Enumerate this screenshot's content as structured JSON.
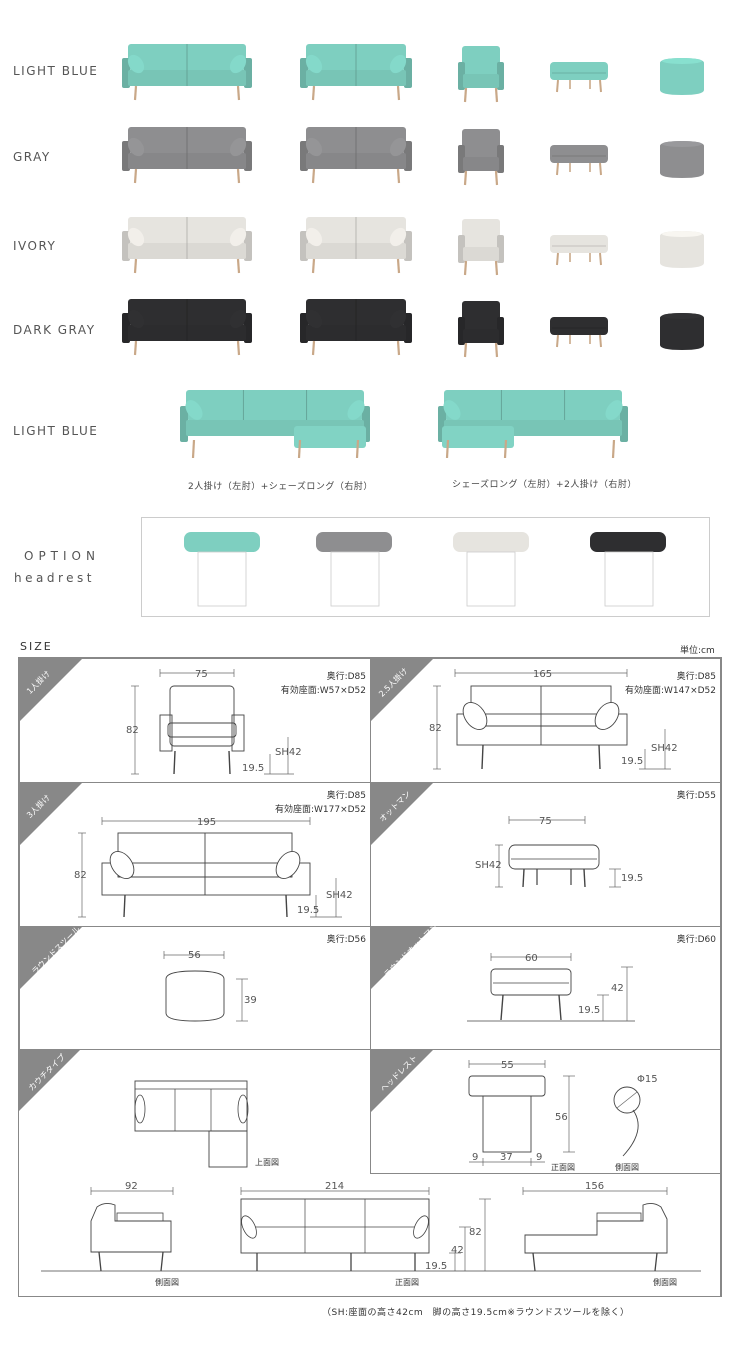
{
  "colors": {
    "light_blue": "#7ecfc0",
    "gray": "#8e8e90",
    "ivory": "#e6e4df",
    "dark_gray": "#2e2e30",
    "leg": "#c9a888"
  },
  "color_rows": [
    {
      "label": "LIGHT BLUE"
    },
    {
      "label": "GRAY"
    },
    {
      "label": "IVORY"
    },
    {
      "label": "DARK GRAY"
    }
  ],
  "couch": {
    "label": "LIGHT BLUE",
    "left_caption": "2人掛け（左肘）+シェーズロング（右肘）",
    "right_caption": "シェーズロング（左肘）+2人掛け（右肘）"
  },
  "option": {
    "title": "OPTION",
    "subtitle": "headrest"
  },
  "size": {
    "title": "SIZE",
    "unit": "単位:cm",
    "cells": {
      "one": {
        "tag": "1人掛け",
        "w": "75",
        "h": "82",
        "sh": "SH42",
        "leg": "19.5",
        "depth": "奥行:D85",
        "seat": "有効座面:W57×D52"
      },
      "two5": {
        "tag": "2.5人掛け",
        "w": "165",
        "h": "82",
        "sh": "SH42",
        "leg": "19.5",
        "depth": "奥行:D85",
        "seat": "有効座面:W147×D52"
      },
      "three": {
        "tag": "3人掛け",
        "w": "195",
        "h": "82",
        "sh": "SH42",
        "leg": "19.5",
        "depth": "奥行:D85",
        "seat": "有効座面:W177×D52"
      },
      "ottoman": {
        "tag": "オットマン",
        "w": "75",
        "sh": "SH42",
        "leg": "19.5",
        "depth": "奥行:D55"
      },
      "round_stool": {
        "tag": "ラウンドスツール",
        "w": "56",
        "h": "39",
        "depth": "奥行:D56"
      },
      "round_ottoman": {
        "tag": "ラウンドオットマン",
        "w": "60",
        "h": "42",
        "leg": "19.5",
        "depth": "奥行:D60"
      },
      "couch": {
        "tag": "カウチタイプ",
        "top_view": "上面図",
        "side_w": "92",
        "front_w": "214",
        "side2_w": "156",
        "h": "82",
        "sh": "42",
        "leg": "19.5",
        "side_label": "側面図",
        "front_label": "正面図",
        "side_label2": "側面図"
      },
      "headrest": {
        "tag": "ヘッドレスト",
        "w": "55",
        "h": "56",
        "inner": "37",
        "gap_l": "9",
        "gap_r": "9",
        "dia": "Φ15",
        "front_label": "正面図",
        "side_label": "側面図"
      }
    },
    "footnote": "（SH:座面の高さ42cm　脚の高さ19.5cm※ラウンドスツールを除く）"
  }
}
